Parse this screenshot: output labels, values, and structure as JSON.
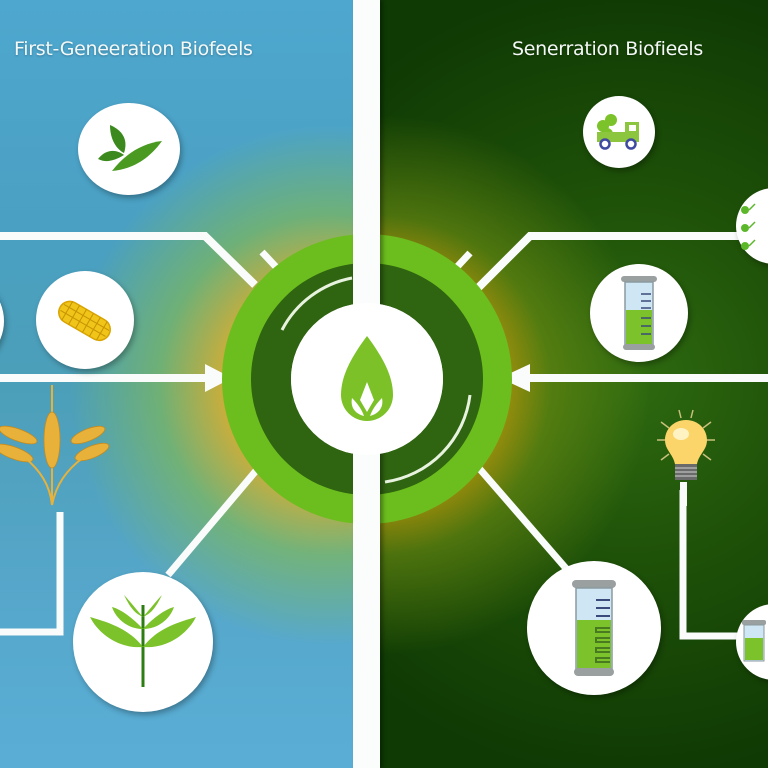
{
  "left_panel": {
    "title": "First-Geneeration Biofeels",
    "colors": {
      "background": "#4ea7cf",
      "glow": "#ffb400"
    },
    "icons": [
      {
        "name": "leaf-icon",
        "label": "leaf"
      },
      {
        "name": "corn-icon",
        "label": "corn cob"
      },
      {
        "name": "wheat-icon",
        "label": "wheat stalks"
      },
      {
        "name": "plant-icon",
        "label": "green plant seedling"
      }
    ]
  },
  "right_panel": {
    "title": "Senerration Biofieels",
    "colors": {
      "background": "#0f3a04",
      "glow": "#ffb400"
    },
    "icons": [
      {
        "name": "truck-icon",
        "label": "truck carrying biomass"
      },
      {
        "name": "algae-icon",
        "label": "algae / microorganisms"
      },
      {
        "name": "cylinder-icon",
        "label": "graduated cylinder with green liquid"
      },
      {
        "name": "lightbulb-icon",
        "label": "light bulb"
      },
      {
        "name": "cylinder-large-icon",
        "label": "graduated cylinder with green liquid"
      },
      {
        "name": "cylinder-partial-icon",
        "label": "graduated cylinder (partial)"
      }
    ]
  },
  "hub": {
    "icon": "biofuel-drop-icon",
    "colors": {
      "outer_ring": "#6cbe1e",
      "inner_ring": "#2f6410",
      "center": "#ffffff",
      "drop": "#7cc128"
    }
  },
  "divider_color": "#fbfdfd"
}
